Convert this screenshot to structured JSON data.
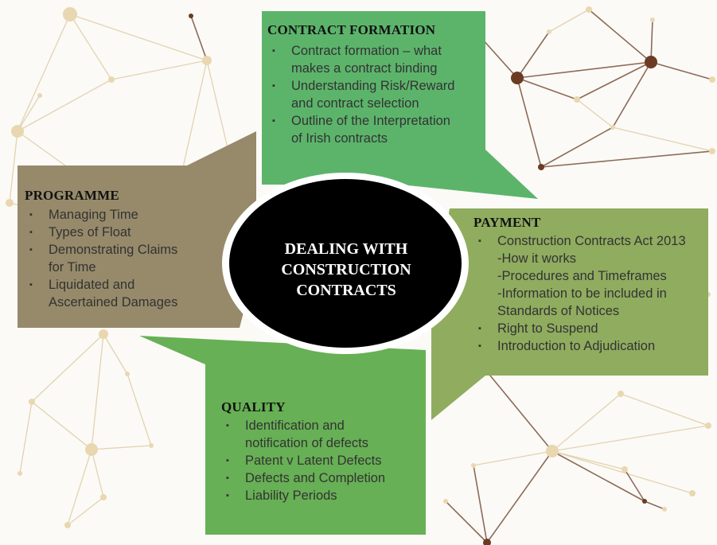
{
  "colors": {
    "contract_formation": "#5cb46b",
    "programme": "#978a6a",
    "payment": "#8fac5f",
    "quality": "#67b055",
    "center": "#000000",
    "node_dark": "#6b3b24",
    "node_light": "#e9d7b0"
  },
  "center": {
    "title_lines": [
      "DEALING WITH",
      "CONSTRUCTION",
      "CONTRACTS"
    ]
  },
  "contract_formation": {
    "title": "CONTRACT FORMATION",
    "items": [
      [
        "Contract formation – what",
        "makes a contract binding"
      ],
      [
        "Understanding Risk/Reward",
        "and contract selection"
      ],
      [
        "Outline of the Interpretation",
        "of Irish contracts"
      ]
    ]
  },
  "programme": {
    "title": "PROGRAMME",
    "items": [
      [
        "Managing Time"
      ],
      [
        "Types of Float"
      ],
      [
        "Demonstrating Claims",
        "for Time"
      ],
      [
        "Liquidated and",
        "Ascertained Damages"
      ]
    ]
  },
  "payment": {
    "title": "PAYMENT",
    "items": [
      [
        "Construction Contracts Act 2013",
        "-How it works",
        "-Procedures and Timeframes",
        "-Information to be included in",
        "Standards of Notices"
      ],
      [
        "Right to Suspend"
      ],
      [
        "Introduction to Adjudication"
      ]
    ]
  },
  "quality": {
    "title": "QUALITY",
    "items": [
      [
        "Identification and",
        "notification of defects"
      ],
      [
        "Patent v Latent Defects"
      ],
      [
        "Defects and Completion"
      ],
      [
        "Liability Periods"
      ]
    ]
  }
}
